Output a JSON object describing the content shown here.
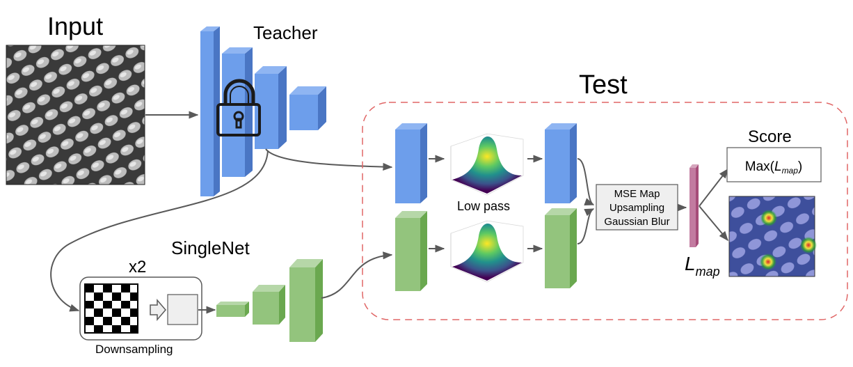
{
  "labels": {
    "input": "Input",
    "teacher": "Teacher",
    "test": "Test",
    "score": "Score",
    "score_value_prefix": "Max(",
    "score_value_symbol": "L",
    "score_value_subscript": "map",
    "score_value_suffix": ")",
    "low_pass": "Low pass",
    "mse_map": "MSE Map",
    "upsampling": "Upsampling",
    "gaussian_blur": "Gaussian Blur",
    "singlenet": "SingleNet",
    "x2": "x2",
    "downsampling": "Downsampling",
    "lmap_symbol": "L",
    "lmap_subscript": "map"
  },
  "colors": {
    "teacher_blue": "#6d9eeb",
    "singlenet_green": "#93c47d",
    "lmap_pink": "#c27ba0",
    "test_border": "#e06666",
    "box_fill": "#efefef"
  }
}
